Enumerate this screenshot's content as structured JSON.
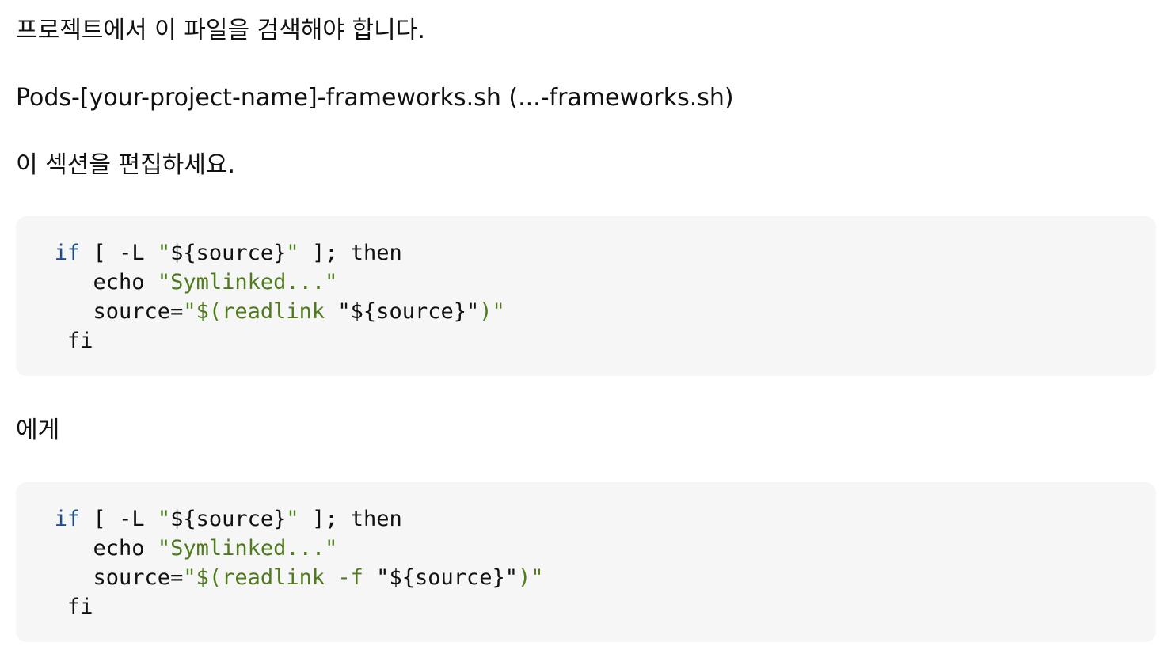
{
  "paragraphs": {
    "intro": "프로젝트에서 이 파일을 검색해야 합니다.",
    "filename": "Pods-[your-project-name]-frameworks.sh (...-frameworks.sh)",
    "edit": "이 섹션을 편집하세요.",
    "to": "에게"
  },
  "code_before": [
    [
      {
        "t": "   ",
        "c": "plain"
      },
      {
        "t": "if",
        "c": "kw"
      },
      {
        "t": " [ -L ",
        "c": "plain"
      },
      {
        "t": "\"",
        "c": "str"
      },
      {
        "t": "${source}",
        "c": "plain"
      },
      {
        "t": "\"",
        "c": "str"
      },
      {
        "t": " ]; then",
        "c": "plain"
      }
    ],
    [
      {
        "t": "      echo ",
        "c": "plain"
      },
      {
        "t": "\"Symlinked...\"",
        "c": "str"
      }
    ],
    [
      {
        "t": "      source=",
        "c": "plain"
      },
      {
        "t": "\"$(readlink ",
        "c": "str"
      },
      {
        "t": "\"",
        "c": "plain"
      },
      {
        "t": "${source}",
        "c": "plain"
      },
      {
        "t": "\"",
        "c": "plain"
      },
      {
        "t": ")\"",
        "c": "str"
      }
    ],
    [
      {
        "t": "    fi",
        "c": "plain"
      }
    ]
  ],
  "code_after": [
    [
      {
        "t": "   ",
        "c": "plain"
      },
      {
        "t": "if",
        "c": "kw"
      },
      {
        "t": " [ -L ",
        "c": "plain"
      },
      {
        "t": "\"",
        "c": "str"
      },
      {
        "t": "${source}",
        "c": "plain"
      },
      {
        "t": "\"",
        "c": "str"
      },
      {
        "t": " ]; then",
        "c": "plain"
      }
    ],
    [
      {
        "t": "      echo ",
        "c": "plain"
      },
      {
        "t": "\"Symlinked...\"",
        "c": "str"
      }
    ],
    [
      {
        "t": "      source=",
        "c": "plain"
      },
      {
        "t": "\"$(readlink -f ",
        "c": "str"
      },
      {
        "t": "\"",
        "c": "plain"
      },
      {
        "t": "${source}",
        "c": "plain"
      },
      {
        "t": "\"",
        "c": "plain"
      },
      {
        "t": ")\"",
        "c": "str"
      }
    ],
    [
      {
        "t": "    fi",
        "c": "plain"
      }
    ]
  ],
  "colors": {
    "keyword": "#1a4d8f",
    "string": "#4f7a1e",
    "code_background": "#f6f6f6"
  }
}
